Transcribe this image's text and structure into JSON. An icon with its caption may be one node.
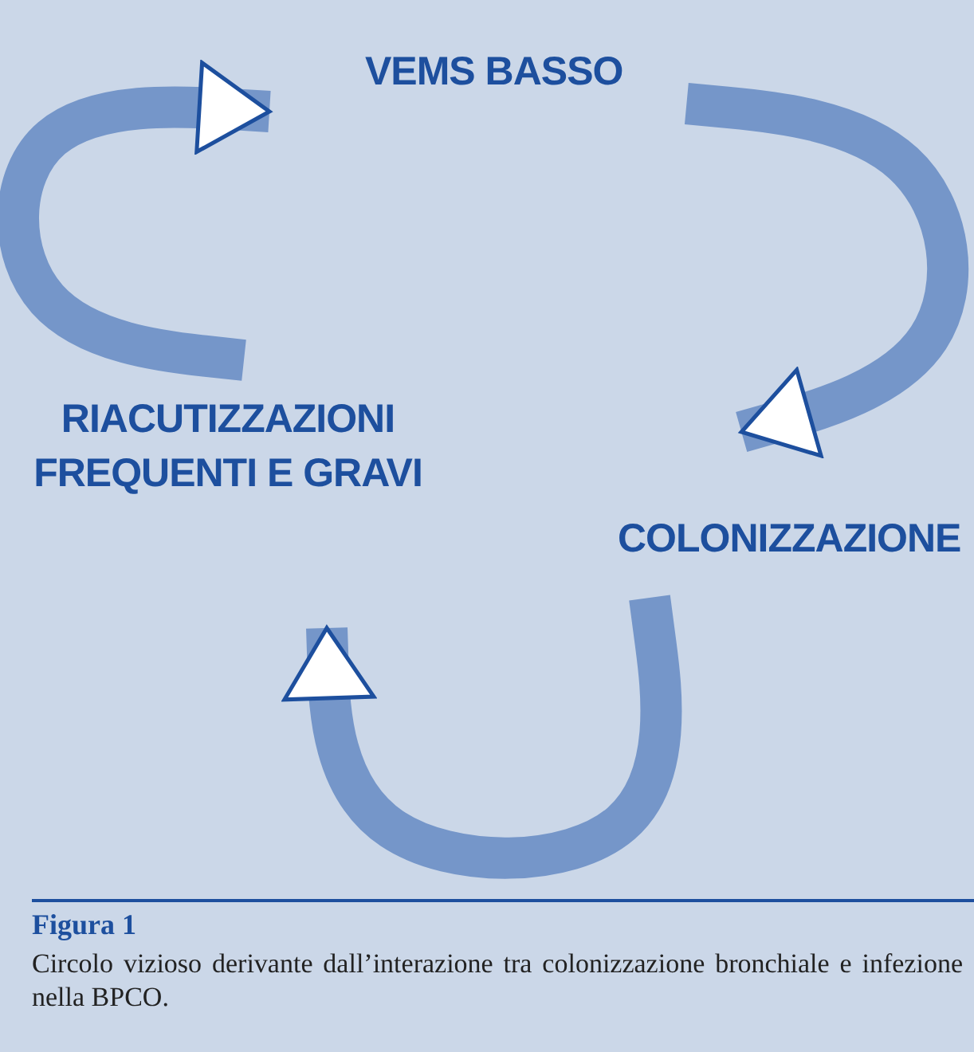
{
  "diagram": {
    "title": "Figura 1",
    "caption": "Circolo vizioso derivante dall’interazione tra colonizzazione bronchiale e infezione nella BPCO.",
    "nodes": [
      {
        "text": [
          "VEMS BASSO"
        ]
      },
      {
        "text": [
          "COLONIZZAZIONE"
        ]
      },
      {
        "text": [
          "RIACUTIZZAZIONI FREQUENTI E GRAVI"
        ]
      }
    ],
    "edges": [
      {
        "from": 0,
        "to": 1,
        "arrow": "to"
      },
      {
        "from": 1,
        "to": 2,
        "arrow": "to"
      },
      {
        "from": 2,
        "to": 0,
        "arrow": "to"
      }
    ]
  }
}
